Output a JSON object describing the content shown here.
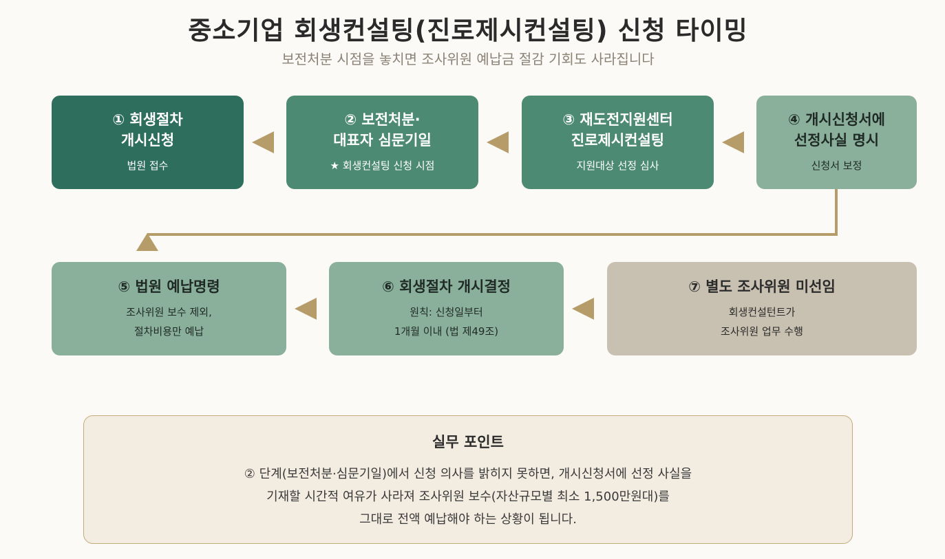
{
  "title": "중소기업 회생컨설팅(진로제시컨설팅) 신청 타이밍",
  "subtitle": "보전처분 시점을 놓치면 조사위원 예납금 절감 기회도 사라집니다",
  "colors": {
    "dark_green": "#2e6e5c",
    "mid_green": "#4c8a74",
    "light_green": "#8ab09b",
    "beige": "#c8c0b0",
    "accent_gold": "#b59c68",
    "note_bg": "#f3ece1"
  },
  "steps": [
    {
      "head_lines": [
        "① 회생절차",
        "개시신청"
      ],
      "sub_lines": [
        "법원 접수"
      ]
    },
    {
      "head_lines": [
        "② 보전처분·",
        "대표자 심문기일"
      ],
      "sub_lines": [
        "★ 회생컨설팅 신청 시점"
      ]
    },
    {
      "head_lines": [
        "③ 재도전지원센터",
        "진로제시컨설팅"
      ],
      "sub_lines": [
        "지원대상 선정 심사"
      ]
    },
    {
      "head_lines": [
        "④ 개시신청서에",
        "선정사실 명시"
      ],
      "sub_lines": [
        "신청서 보정"
      ]
    },
    {
      "head_lines": [
        "⑤ 법원 예납명령"
      ],
      "sub_lines": [
        "조사위원 보수 제외,",
        "절차비용만 예납"
      ]
    },
    {
      "head_lines": [
        "⑥ 회생절차 개시결정"
      ],
      "sub_lines": [
        "원칙: 신청일부터",
        "1개월 이내 (법 제49조)"
      ]
    },
    {
      "head_lines": [
        "⑦ 별도 조사위원 미선임"
      ],
      "sub_lines": [
        "회생컨설턴트가",
        "조사위원 업무 수행"
      ]
    }
  ],
  "note": {
    "title": "실무 포인트",
    "lines": [
      "② 단계(보전처분·심문기일)에서 신청 의사를 밝히지 못하면, 개시신청서에 선정 사실을",
      "기재할 시간적 여유가 사라져 조사위원 보수(자산규모별 최소 1,500만원대)를",
      "그대로 전액 예납해야 하는 상황이 됩니다."
    ]
  }
}
